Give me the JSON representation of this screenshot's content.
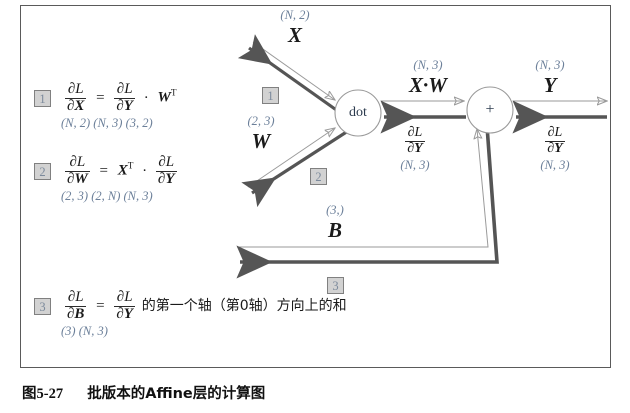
{
  "figure": {
    "caption_label": "图5-27",
    "caption_title": "批版本的Affine层的计算图"
  },
  "equations": [
    {
      "badge": "1",
      "lhs_num": "∂L",
      "lhs_den": "∂X",
      "eq": "=",
      "rhs_num": "∂L",
      "rhs_den": "∂Y",
      "op": "·",
      "rhs2": "W",
      "rhs2_sup": "T",
      "shapes": "(N, 2)   (N, 3) (3, 2)"
    },
    {
      "badge": "2",
      "lhs_num": "∂L",
      "lhs_den": "∂W",
      "eq": "=",
      "lead": "X",
      "lead_sup": "T",
      "op": "·",
      "rhs_num": "∂L",
      "rhs_den": "∂Y",
      "shapes": "(2, 3)   (2, N) (N, 3)"
    },
    {
      "badge": "3",
      "lhs_num": "∂L",
      "lhs_den": "∂B",
      "eq": "=",
      "rhs_num": "∂L",
      "rhs_den": "∂Y",
      "text": "的第一个轴（第0轴）方向上的和",
      "shapes": "(3)     (N, 3)"
    }
  ],
  "diagram": {
    "nodes": [
      {
        "name": "dot-node",
        "label": "dot"
      },
      {
        "name": "plus-node",
        "label": "+"
      }
    ],
    "badges": [
      {
        "id": "1"
      },
      {
        "id": "2"
      },
      {
        "id": "3"
      }
    ],
    "labels": {
      "x": {
        "shape": "(N, 2)",
        "symbol": "X"
      },
      "w": {
        "shape": "(2, 3)",
        "symbol": "W"
      },
      "b": {
        "shape": "(3,)",
        "symbol": "B"
      },
      "xw": {
        "shape": "(N, 3)",
        "symbol": "X·W"
      },
      "y": {
        "shape": "(N, 3)",
        "symbol": "Y"
      },
      "grad_xw": {
        "num": "∂L",
        "den": "∂Y",
        "shape": "(N, 3)"
      },
      "grad_y": {
        "num": "∂L",
        "den": "∂Y",
        "shape": "(N, 3)"
      }
    }
  },
  "colors": {
    "forward_arrow": "#9a9a9a",
    "backward_arrow": "#555555",
    "shape_text": "#6b7f99",
    "badge_fill": "#d2d2d2",
    "badge_border": "#808080",
    "frame_border": "#5a5a5a"
  }
}
